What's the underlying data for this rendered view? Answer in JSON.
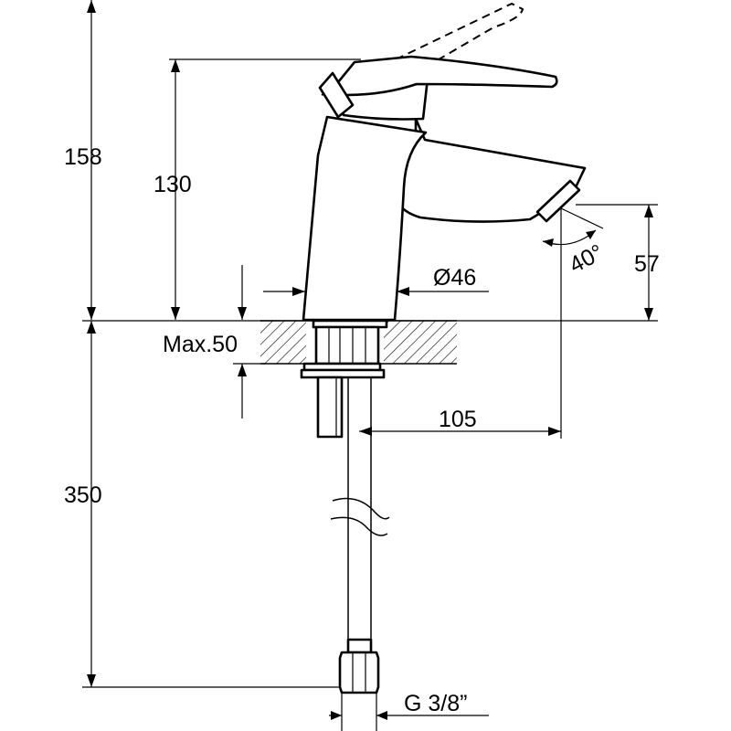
{
  "drawing": {
    "dimensions": {
      "total_height": "158",
      "spout_height": "130",
      "max_deck": "Max.50",
      "body_diameter": "Ø46",
      "aerator_height": "57",
      "swivel_angle": "40°",
      "reach": "105",
      "hose_length": "350",
      "connection": "G 3/8”"
    }
  }
}
